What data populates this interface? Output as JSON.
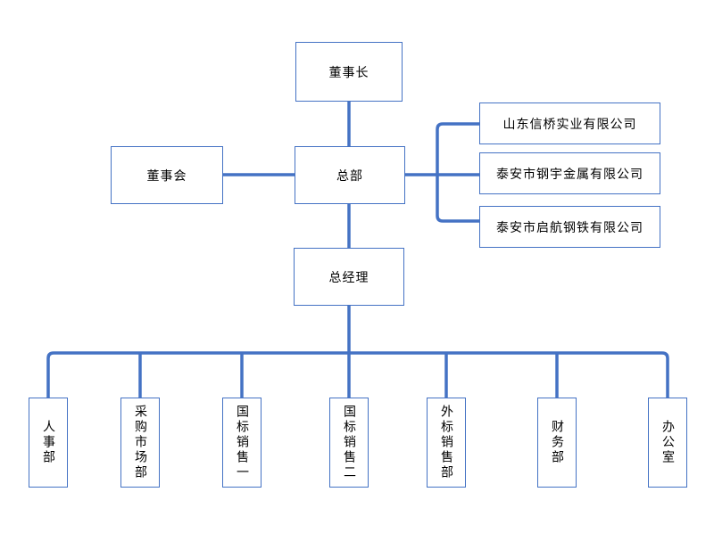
{
  "colors": {
    "accent": "#4472C4",
    "text": "#000000",
    "background": "#ffffff"
  },
  "org_chart": {
    "chairman": {
      "label": "董事长"
    },
    "board": {
      "label": "董事会"
    },
    "headquarters": {
      "label": "总部"
    },
    "general_manager": {
      "label": "总经理"
    },
    "companies": [
      {
        "label": "山东信桥实业有限公司"
      },
      {
        "label": "泰安市钢宇金属有限公司"
      },
      {
        "label": "泰安市启航钢铁有限公司"
      }
    ],
    "departments": [
      {
        "label": "人事部"
      },
      {
        "label": "采购市场部"
      },
      {
        "label": "国标销售一"
      },
      {
        "label": "国标销售二"
      },
      {
        "label": "外标销售部"
      },
      {
        "label": "财务部"
      },
      {
        "label": "办公室"
      }
    ]
  }
}
